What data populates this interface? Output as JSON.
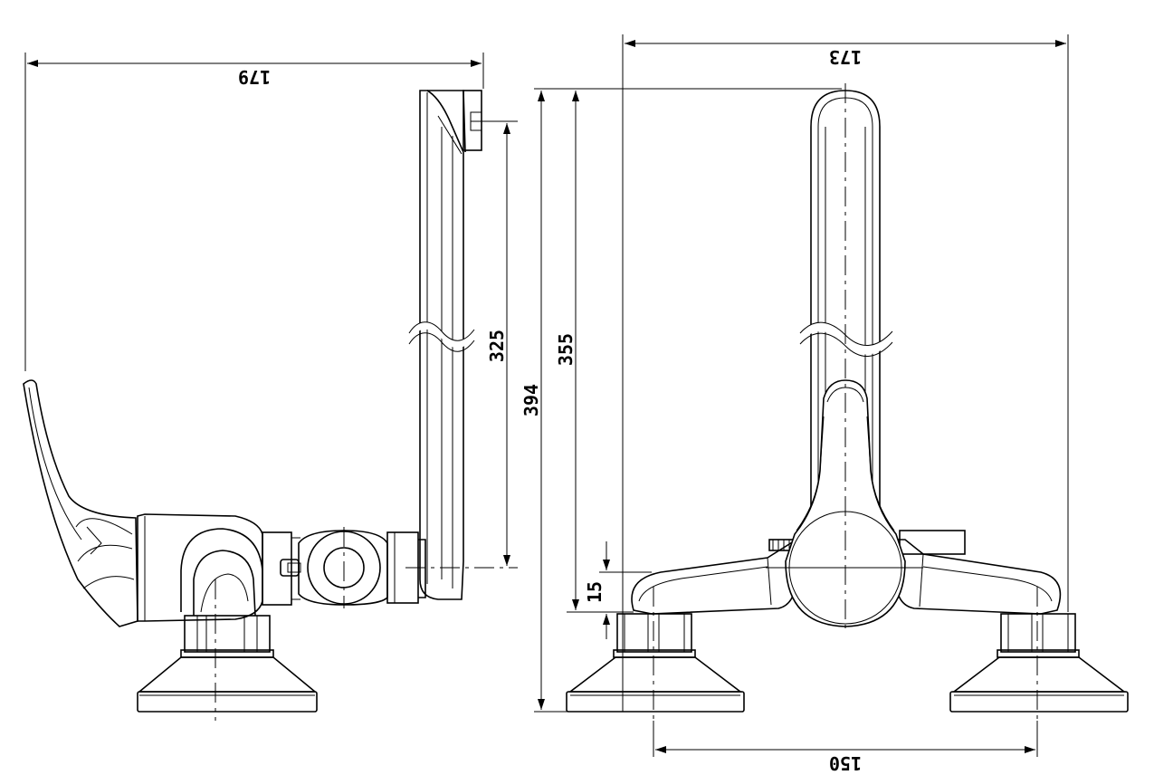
{
  "dimensions": {
    "side_width": "179",
    "front_width": "173",
    "spout_height": "325",
    "total_height": "394",
    "body_height": "355",
    "base_offset": "15",
    "center_distance": "150"
  },
  "colors": {
    "line": "#000000",
    "background": "#ffffff"
  }
}
